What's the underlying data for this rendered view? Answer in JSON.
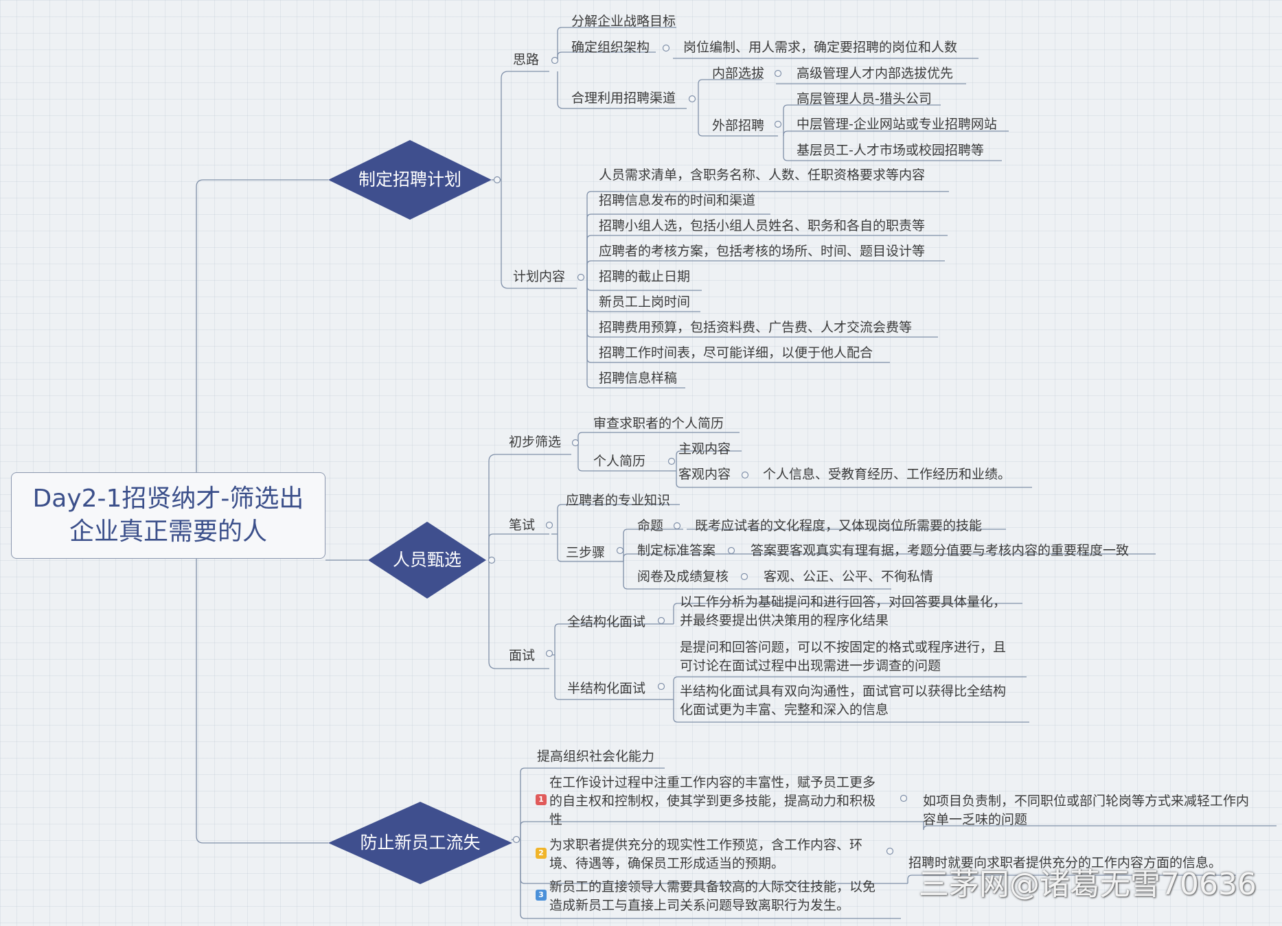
{
  "root": {
    "line1": "Day2-1招贤纳才-筛选出",
    "line2": "企业真正需要的人"
  },
  "branches": {
    "plan": {
      "label": "制定招聘计划",
      "silu": {
        "label": "思路",
        "goal": "分解企业战略目标",
        "org": {
          "label": "确定组织架构",
          "detail": "岗位编制、用人需求，确定要招聘的岗位和人数"
        },
        "channel": {
          "label": "合理利用招聘渠道",
          "internal": {
            "label": "内部选拔",
            "detail": "高级管理人才内部选拔优先"
          },
          "external": {
            "label": "外部招聘",
            "items": [
              "高层管理人员-猎头公司",
              "中层管理-企业网站或专业招聘网站",
              "基层员工-人才市场或校园招聘等"
            ]
          }
        }
      },
      "content": {
        "label": "计划内容",
        "items": [
          "人员需求清单，含职务名称、人数、任职资格要求等内容",
          "招聘信息发布的时间和渠道",
          "招聘小组人选，包括小组人员姓名、职务和各自的职责等",
          "应聘者的考核方案，包括考核的场所、时间、题目设计等",
          "招聘的截止日期",
          "新员工上岗时间",
          "招聘费用预算，包括资料费、广告费、人才交流会费等",
          "招聘工作时间表，尽可能详细，以便于他人配合",
          "招聘信息样稿"
        ]
      }
    },
    "screen": {
      "label": "人员甄选",
      "initial": {
        "label": "初步筛选",
        "review": "审查求职者的个人简历",
        "resume": {
          "label": "个人简历",
          "subjective": "主观内容",
          "objective": {
            "label": "客观内容",
            "detail": "个人信息、受教育经历、工作经历和业绩。"
          }
        }
      },
      "written": {
        "label": "笔试",
        "knowledge": "应聘者的专业知识",
        "steps": {
          "label": "三步骤",
          "s1": {
            "label": "命题",
            "detail": "既考应试者的文化程度，又体现岗位所需要的技能"
          },
          "s2": {
            "label": "制定标准答案",
            "detail": "答案要客观真实有理有据，考题分值要与考核内容的重要程度一致"
          },
          "s3": {
            "label": "阅卷及成绩复核",
            "detail": "客观、公正、公平、不徇私情"
          }
        }
      },
      "interview": {
        "label": "面试",
        "full": {
          "label": "全结构化面试",
          "line1": "以工作分析为基础提问和进行回答，对回答要具体量化，",
          "line2": "并最终要提出供决策用的程序化结果"
        },
        "semi": {
          "label": "半结构化面试",
          "a1": "是提问和回答问题，可以不按固定的格式或程序进行，且",
          "a2": "可讨论在面试过程中出现需进一步调查的问题",
          "b1": "半结构化面试具有双向沟通性，面试官可以获得比全结构",
          "b2": "化面试更为丰富、完整和深入的信息"
        }
      }
    },
    "retain": {
      "label": "防止新员工流失",
      "title": "提高组织社会化能力",
      "item1": {
        "badge": "1",
        "l1": "在工作设计过程中注重工作内容的丰富性，赋予员工更多",
        "l2": "的自主权和控制权，使其学到更多技能，提高动力和积极",
        "l3": "性",
        "d1": "如项目负责制，不同职位或部门轮岗等方式来减轻工作内",
        "d2": "容单一乏味的问题"
      },
      "item2": {
        "badge": "2",
        "l1": "为求职者提供充分的现实性工作预览，含工作内容、环",
        "l2": "境、待遇等，确保员工形成适当的预期。",
        "d1": "招聘时就要向求职者提供充分的工作内容方面的信息。"
      },
      "item3": {
        "badge": "3",
        "l1": "新员工的直接领导人需要具备较高的人际交往技能，以免",
        "l2": "造成新员工与直接上司关系问题导致离职行为发生。"
      }
    }
  },
  "watermark": "三茅网@诸葛无雪70636",
  "colors": {
    "diamond": "#3f4f8e",
    "line": "#7f8fa8",
    "root_text": "#3b4f8a",
    "badge1": "#e05a5a",
    "badge2": "#f0b429",
    "badge3": "#4a90d9"
  }
}
